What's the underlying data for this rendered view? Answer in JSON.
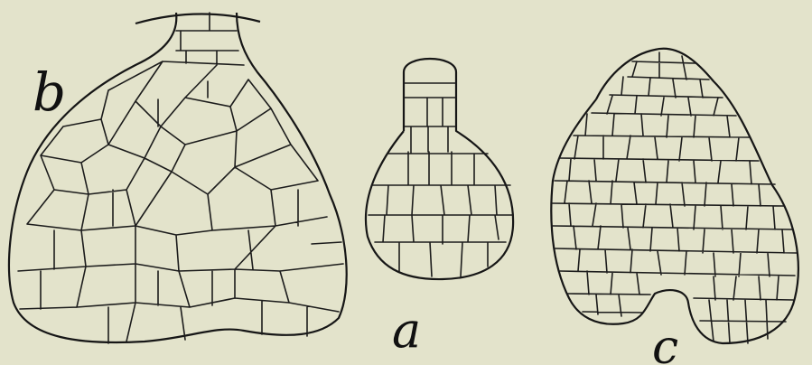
{
  "figures": [
    {
      "id": "a",
      "label": "a"
    },
    {
      "id": "b",
      "label": "b"
    },
    {
      "id": "c",
      "label": "c"
    }
  ],
  "colors": {
    "paper": "#e3e3cb",
    "ink": "#161616"
  }
}
